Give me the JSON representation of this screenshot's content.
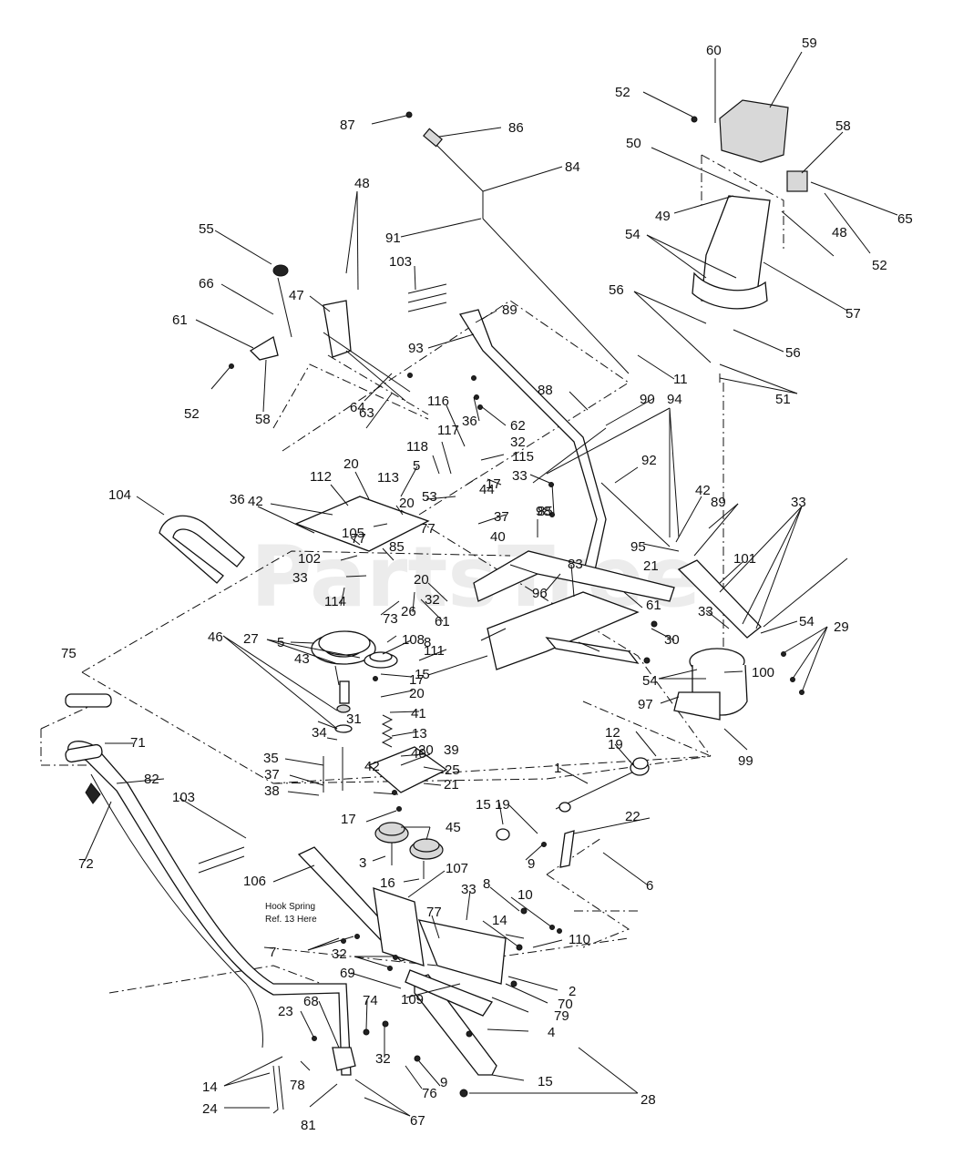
{
  "watermark": "PartsTree",
  "note": [
    "Hook Spring",
    "Ref. 13 Here"
  ],
  "labels": [
    "59",
    "60",
    "52",
    "87",
    "86",
    "58",
    "84",
    "50",
    "49",
    "65",
    "48",
    "55",
    "48",
    "52",
    "91",
    "54",
    "57",
    "103",
    "47",
    "66",
    "61",
    "89",
    "56",
    "56",
    "52",
    "93",
    "58",
    "64",
    "11",
    "51",
    "63",
    "88",
    "90",
    "94",
    "116",
    "36",
    "62",
    "32",
    "117",
    "118",
    "115",
    "17",
    "92",
    "20",
    "5",
    "33",
    "113",
    "44",
    "37",
    "104",
    "42",
    "36",
    "112",
    "53",
    "98",
    "85",
    "89",
    "42",
    "33",
    "20",
    "77",
    "105",
    "77",
    "102",
    "40",
    "33",
    "85",
    "95",
    "101",
    "20",
    "32",
    "83",
    "21",
    "114",
    "26",
    "61",
    "96",
    "61",
    "33",
    "54",
    "29",
    "46",
    "27",
    "5",
    "73",
    "108",
    "8",
    "30",
    "43",
    "111",
    "15",
    "100",
    "54",
    "97",
    "17",
    "20",
    "75",
    "41",
    "13",
    "99",
    "12",
    "31",
    "34",
    "40",
    "19",
    "71",
    "35",
    "20",
    "37",
    "39",
    "25",
    "38",
    "21",
    "1",
    "82",
    "19",
    "15",
    "42",
    "17",
    "22",
    "45",
    "72",
    "103",
    "3",
    "9",
    "16",
    "107",
    "6",
    "106",
    "33",
    "8",
    "10",
    "77",
    "14",
    "7",
    "110",
    "32",
    "109",
    "69",
    "2",
    "70",
    "79",
    "68",
    "74",
    "4",
    "23",
    "32",
    "14",
    "78",
    "76",
    "9",
    "15",
    "24",
    "81",
    "67",
    "28",
    "8"
  ]
}
